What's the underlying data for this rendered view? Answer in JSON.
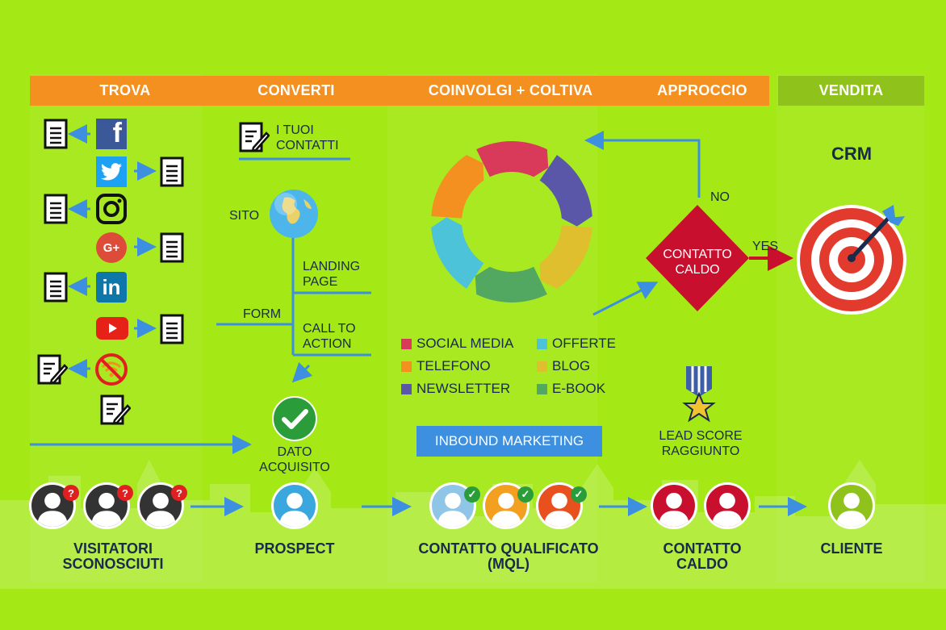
{
  "headers": [
    "TROVA",
    "CONVERTI",
    "COINVOLGI + COLTIVA",
    "APPROCCIO",
    "VENDITA"
  ],
  "colors": {
    "orange": "#f39020",
    "vendita": "#8fc21b",
    "navy": "#1a2a4a",
    "blue": "#3d8fe0",
    "red": "#c8102e"
  },
  "converti": {
    "contacts": "I TUOI\nCONTATTI",
    "sito": "SITO",
    "landing": "LANDING\nPAGE",
    "form": "FORM",
    "cta": "CALL TO\nACTION",
    "dato": "DATO\nACQUISITO"
  },
  "legend": [
    {
      "label": "SOCIAL MEDIA",
      "color": "#d93a5a"
    },
    {
      "label": "OFFERTE",
      "color": "#4cc3d9"
    },
    {
      "label": "TELEFONO",
      "color": "#f39020"
    },
    {
      "label": "BLOG",
      "color": "#e0bf2e"
    },
    {
      "label": "NEWSLETTER",
      "color": "#5a57a8"
    },
    {
      "label": "E-BOOK",
      "color": "#52a860"
    }
  ],
  "inbound": "INBOUND MARKETING",
  "decision": {
    "label": "CONTATTO\nCALDO",
    "no": "NO",
    "yes": "YES"
  },
  "crm": "CRM",
  "lead_score": "LEAD SCORE\nRAGGIUNTO",
  "stages": [
    "VISITATORI\nSCONOSCIUTI",
    "PROSPECT",
    "CONTATTO QUALIFICATO\n(MQL)",
    "CONTATTO\nCALDO",
    "CLIENTE"
  ],
  "icons": [
    "document-icon",
    "facebook-icon",
    "twitter-icon",
    "instagram-icon",
    "google-plus-icon",
    "linkedin-icon",
    "youtube-icon",
    "no-wifi-icon",
    "edit-document-icon",
    "globe-icon",
    "check-icon",
    "target-icon",
    "medal-icon",
    "user-icon"
  ]
}
